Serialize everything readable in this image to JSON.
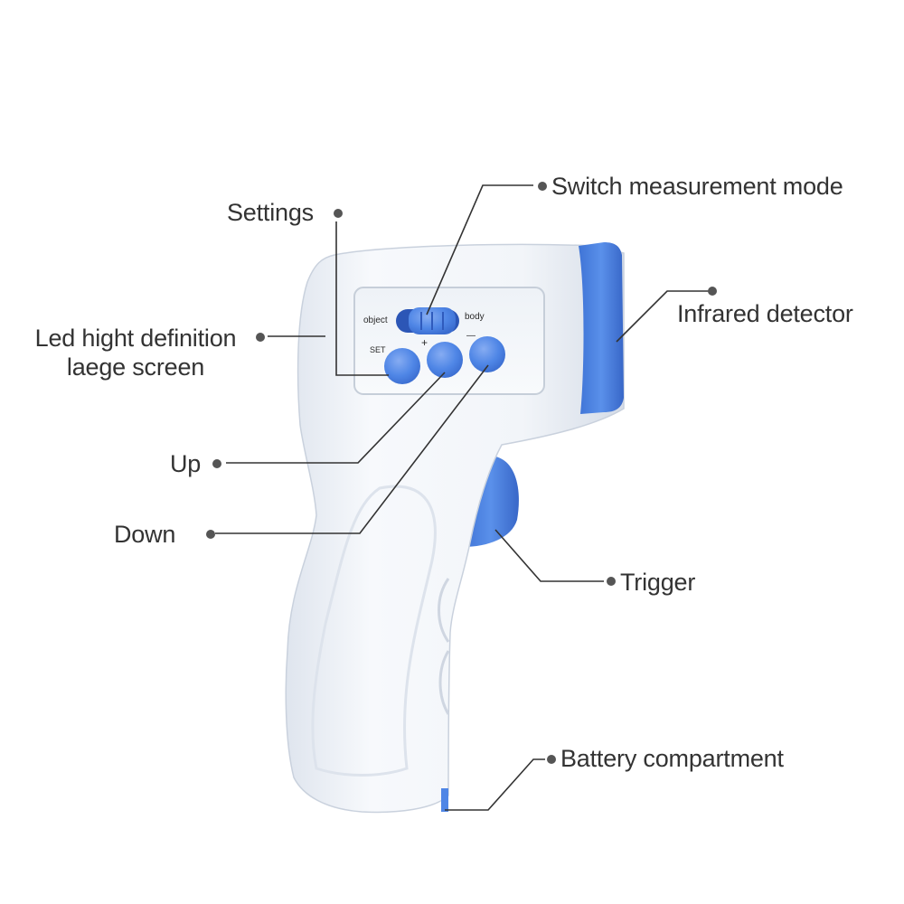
{
  "device": {
    "switch_left": "object",
    "switch_right": "body",
    "button_set": "SET",
    "button_plus": "+",
    "button_minus": "—",
    "body_color": "#f3f6fa",
    "accent_color": "#4f86e6"
  },
  "callouts": {
    "switch_mode": "Switch measurement mode",
    "settings": "Settings",
    "infrared": "Infrared detector",
    "screen_line1": "Led hight definition",
    "screen_line2": "laege screen",
    "up": "Up",
    "down": "Down",
    "trigger": "Trigger",
    "battery": "Battery compartment"
  },
  "colors": {
    "label_text": "#333333",
    "leader_line": "#333333"
  }
}
